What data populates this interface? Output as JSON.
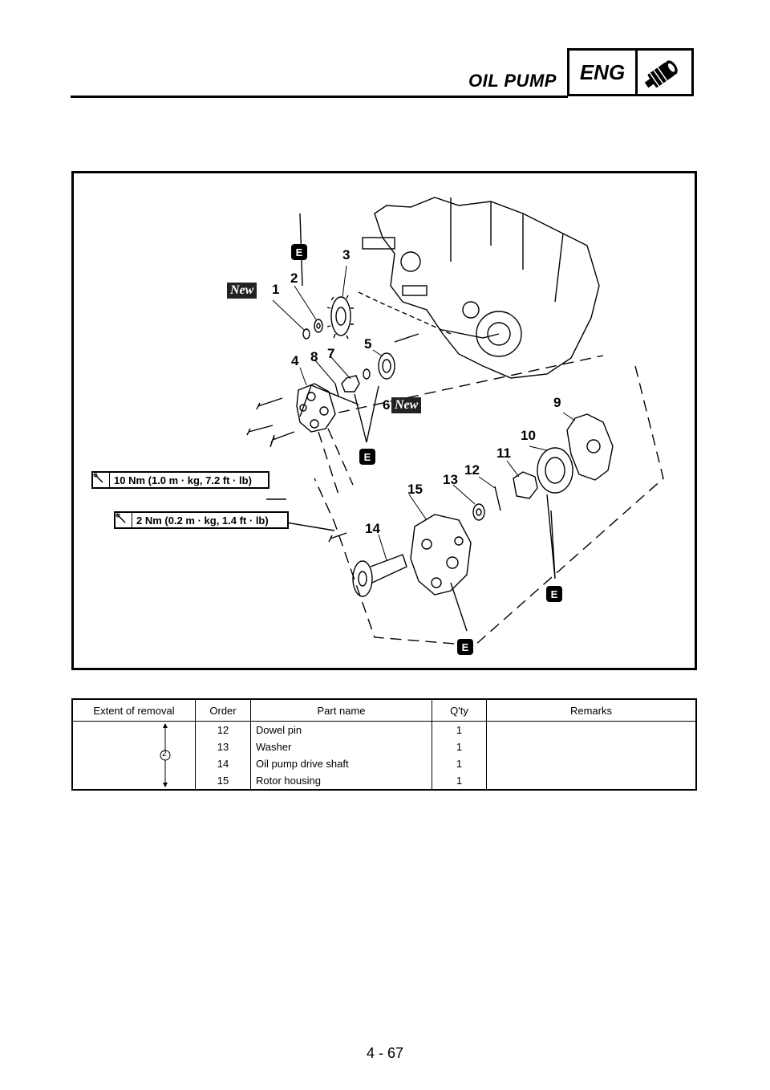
{
  "header": {
    "title": "OIL PUMP",
    "section": "ENG",
    "icon": "engine-piston-icon"
  },
  "figure": {
    "callouts": [
      "1",
      "2",
      "3",
      "4",
      "5",
      "6",
      "7",
      "8",
      "9",
      "10",
      "11",
      "12",
      "13",
      "14",
      "15"
    ],
    "new_label": "New",
    "e_label": "E",
    "torque_1": "10 Nm (1.0 m · kg, 7.2 ft · lb)",
    "torque_2": "2 Nm (0.2 m · kg, 1.4 ft · lb)"
  },
  "table": {
    "headers": [
      "Extent of removal",
      "Order",
      "Part name",
      "Q'ty",
      "Remarks"
    ],
    "extent_marker": "2",
    "rows": [
      {
        "order": "12",
        "part": "Dowel pin",
        "qty": "1",
        "remarks": ""
      },
      {
        "order": "13",
        "part": "Washer",
        "qty": "1",
        "remarks": ""
      },
      {
        "order": "14",
        "part": "Oil pump drive shaft",
        "qty": "1",
        "remarks": ""
      },
      {
        "order": "15",
        "part": "Rotor housing",
        "qty": "1",
        "remarks": ""
      }
    ]
  },
  "footer": {
    "page": "4 - 67"
  }
}
